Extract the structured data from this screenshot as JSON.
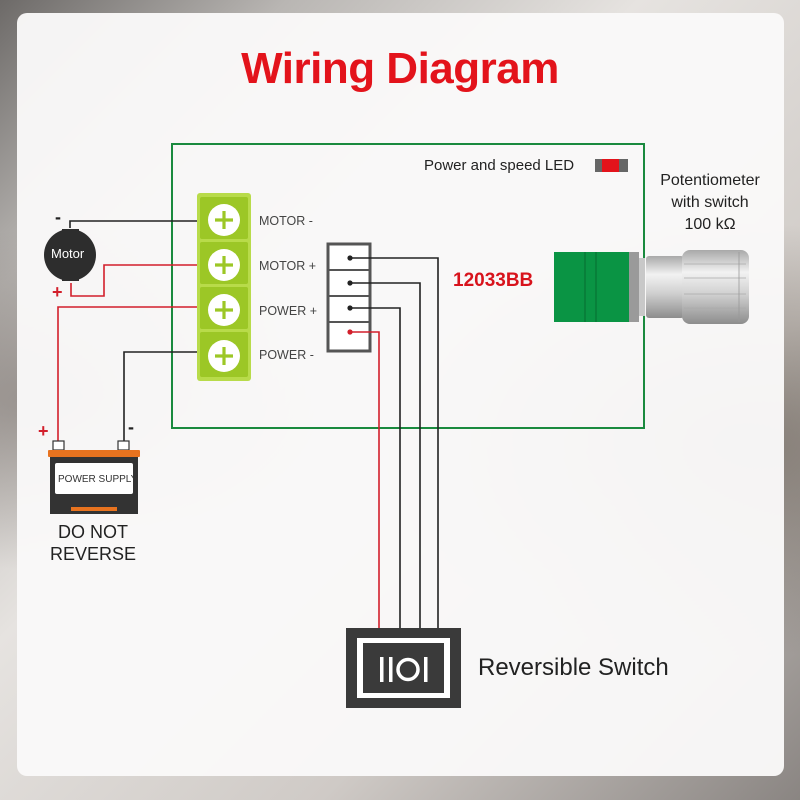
{
  "title": "Wiring Diagram",
  "led": {
    "label": "Power and speed LED",
    "color": "#e3131b"
  },
  "board": {
    "model": "12033BB",
    "border_color": "#1a8a3e"
  },
  "terminals": [
    {
      "label": "MOTOR -",
      "wire": "black"
    },
    {
      "label": "MOTOR +",
      "wire": "red"
    },
    {
      "label": "POWER +",
      "wire": "red"
    },
    {
      "label": "POWER -",
      "wire": "black"
    }
  ],
  "connector": {
    "pins": 4,
    "pin_colors": [
      "black",
      "black",
      "black",
      "red"
    ]
  },
  "potentiometer": {
    "line1": "Potentiometer",
    "line2": "with switch",
    "line3": "100 kΩ"
  },
  "motor": {
    "label": "Motor",
    "neg": "-",
    "pos": "+"
  },
  "power_supply": {
    "label": "POWER SUPPLY",
    "pos": "+",
    "neg": "-",
    "warning_line1": "DO NOT",
    "warning_line2": "REVERSE"
  },
  "switch": {
    "label": "Reversible Switch",
    "face": "II O I"
  },
  "colors": {
    "red_wire": "#d21f2b",
    "black_wire": "#222222",
    "terminal_green": "#9cc726",
    "pot_green": "#0a9444",
    "title_red": "#e3131b"
  }
}
